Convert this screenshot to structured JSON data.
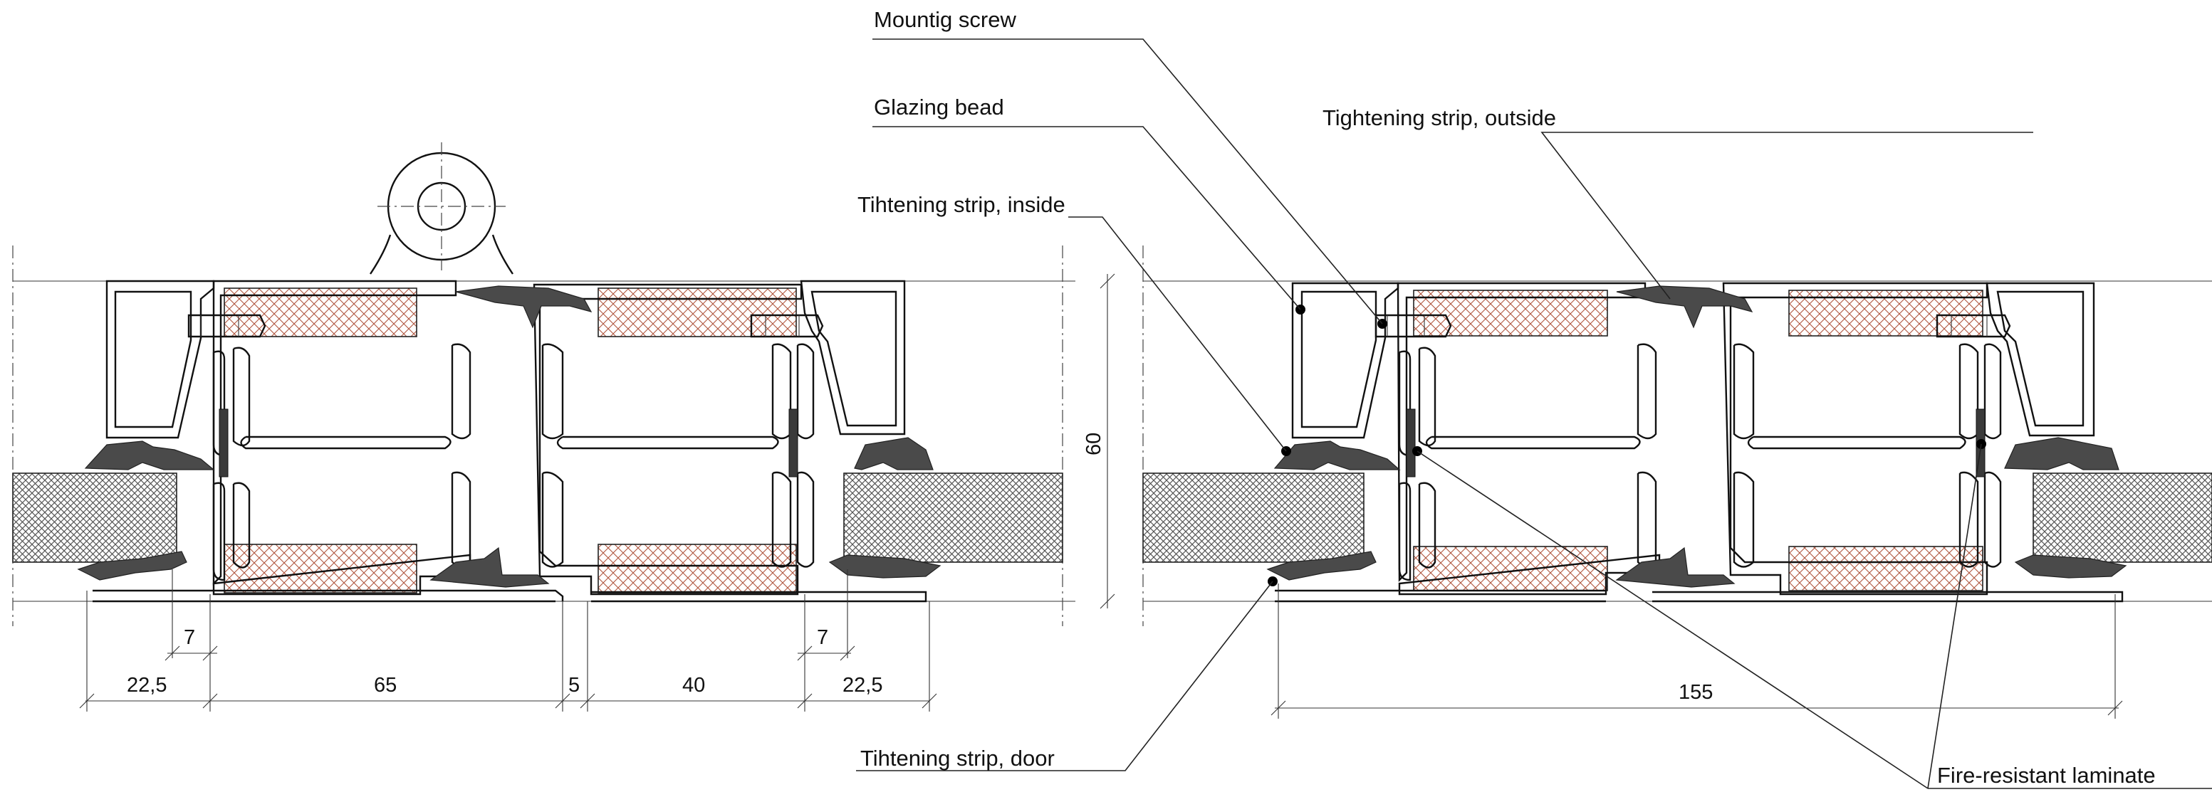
{
  "labels": {
    "mounting_screw": "Mountig screw",
    "glazing_bead": "Glazing bead",
    "tightening_outside": "Tightening strip, outside",
    "tightening_inside": "Tihtening strip, inside",
    "tightening_door": "Tihtening strip, door",
    "fire_laminate": "Fire-resistant laminate"
  },
  "dimensions": {
    "left_7a": "7",
    "left_22_5a": "22,5",
    "left_65": "65",
    "left_5": "5",
    "left_40": "40",
    "left_7b": "7",
    "left_22_5b": "22,5",
    "height_60": "60",
    "right_155": "155"
  },
  "colors": {
    "line": "#222222",
    "gasket": "#4a4a4a",
    "insulation_hatch": "#b0563f",
    "wood_hatch": "#555555"
  }
}
